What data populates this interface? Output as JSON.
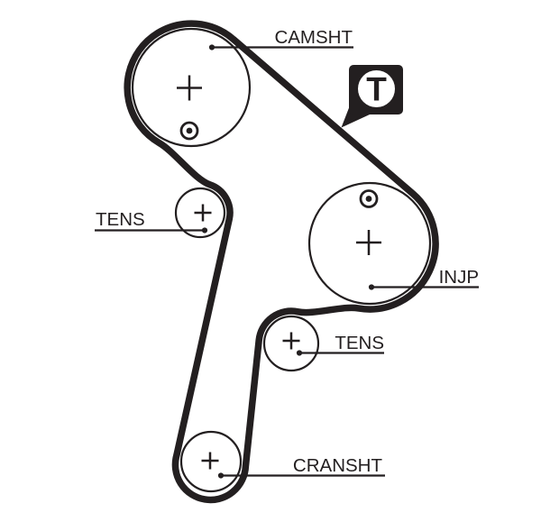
{
  "diagram": {
    "type": "timing-belt-routing",
    "badge_letter": "T",
    "labels": {
      "camshaft": "CAMSHT",
      "upper_tensioner": "TENS",
      "injection_pump": "INJP",
      "lower_tensioner": "TENS",
      "crankshaft": "CRANSHT"
    },
    "colors": {
      "ink": "#231f20",
      "background": "#ffffff"
    }
  }
}
